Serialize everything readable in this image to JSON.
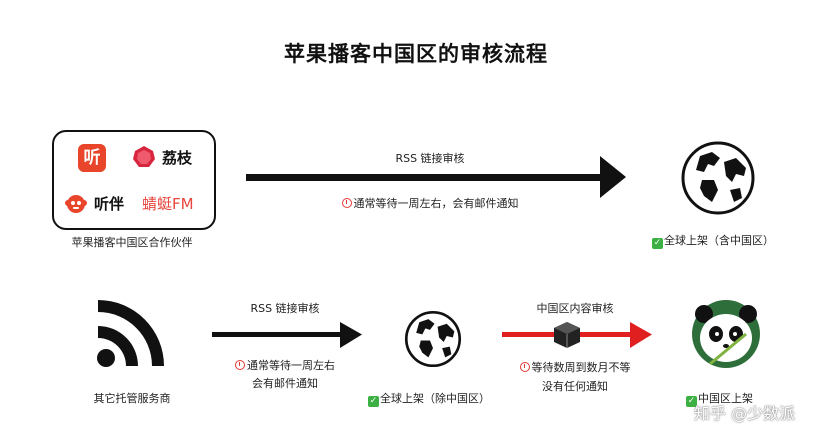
{
  "title": "苹果播客中国区的审核流程",
  "partners": {
    "apps": [
      {
        "name": "听",
        "icon": "ting-app-icon",
        "color": "#e8452b"
      },
      {
        "name": "荔枝",
        "icon": "lizhi-app-icon",
        "color": "#d9263f"
      },
      {
        "name": "听伴",
        "icon": "tingban-app-icon",
        "color": "#e8452b"
      },
      {
        "name": "蜻蜓FM",
        "icon": "qingting-fm-icon",
        "color": "#e8453c"
      }
    ],
    "caption": "苹果播客中国区合作伙伴"
  },
  "row1": {
    "arrow_label": "RSS 链接审核",
    "note": "通常等待一周左右，会有邮件通知",
    "result": "全球上架（含中国区）"
  },
  "row2": {
    "source_caption": "其它托管服务商",
    "arrow1_label": "RSS 链接审核",
    "note1_line1": "通常等待一周左右",
    "note1_line2": "会有邮件通知",
    "mid_result": "全球上架（除中国区）",
    "arrow2_label": "中国区内容审核",
    "note2_line1": "等待数周到数月不等",
    "note2_line2": "没有任何通知",
    "final_result": "中国区上架"
  },
  "colors": {
    "arrow_black": "#111111",
    "arrow_red": "#e02020",
    "check_green": "#3cb043"
  },
  "watermark": "知乎 @少数派"
}
